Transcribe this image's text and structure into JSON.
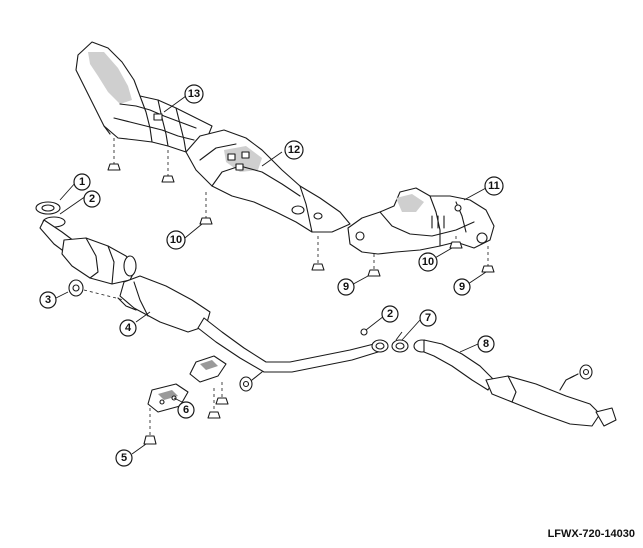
{
  "figure_id": "LFWX-720-14030",
  "callouts": [
    {
      "id": "c1",
      "label": "1"
    },
    {
      "id": "c2a",
      "label": "2"
    },
    {
      "id": "c2b",
      "label": "2"
    },
    {
      "id": "c3",
      "label": "3"
    },
    {
      "id": "c4",
      "label": "4"
    },
    {
      "id": "c5",
      "label": "5"
    },
    {
      "id": "c6",
      "label": "6"
    },
    {
      "id": "c7",
      "label": "7"
    },
    {
      "id": "c8",
      "label": "8"
    },
    {
      "id": "c9a",
      "label": "9"
    },
    {
      "id": "c9b",
      "label": "9"
    },
    {
      "id": "c10a",
      "label": "10"
    },
    {
      "id": "c10b",
      "label": "10"
    },
    {
      "id": "c11",
      "label": "11"
    },
    {
      "id": "c12",
      "label": "12"
    },
    {
      "id": "c13",
      "label": "13"
    }
  ]
}
